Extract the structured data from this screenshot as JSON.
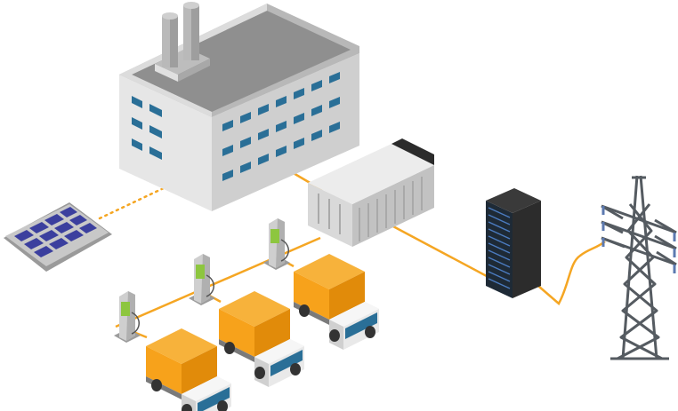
{
  "diagram": {
    "nodes": [
      {
        "id": "factory",
        "icon": "factory-building-icon"
      },
      {
        "id": "solar",
        "icon": "solar-panel-icon"
      },
      {
        "id": "battery",
        "icon": "battery-container-icon"
      },
      {
        "id": "server",
        "icon": "server-rack-icon"
      },
      {
        "id": "tower",
        "icon": "power-tower-icon"
      },
      {
        "id": "charger-1",
        "icon": "ev-charger-icon"
      },
      {
        "id": "charger-2",
        "icon": "ev-charger-icon"
      },
      {
        "id": "charger-3",
        "icon": "ev-charger-icon"
      },
      {
        "id": "truck-1",
        "icon": "electric-truck-icon"
      },
      {
        "id": "truck-2",
        "icon": "electric-truck-icon"
      },
      {
        "id": "truck-3",
        "icon": "electric-truck-icon"
      }
    ],
    "links": [
      {
        "from": "solar",
        "to": "factory",
        "style": "dotted"
      },
      {
        "from": "factory",
        "to": "battery",
        "style": "solid"
      },
      {
        "from": "battery",
        "to": "server",
        "style": "solid"
      },
      {
        "from": "server",
        "to": "tower",
        "style": "solid"
      },
      {
        "from": "battery",
        "to": "charger-1",
        "style": "solid"
      },
      {
        "from": "battery",
        "to": "charger-2",
        "style": "solid"
      },
      {
        "from": "battery",
        "to": "charger-3",
        "style": "solid"
      }
    ]
  },
  "colors": {
    "connection": "#f5a623",
    "truck_cargo": "#f7a21b",
    "truck_cab": "#e9e9e9",
    "window_blue": "#2a6f97",
    "solar_cell": "#3b3f9e",
    "charger_screen": "#8dc63f",
    "server_body": "#1e2a36",
    "tower_steel": "#555b61"
  }
}
